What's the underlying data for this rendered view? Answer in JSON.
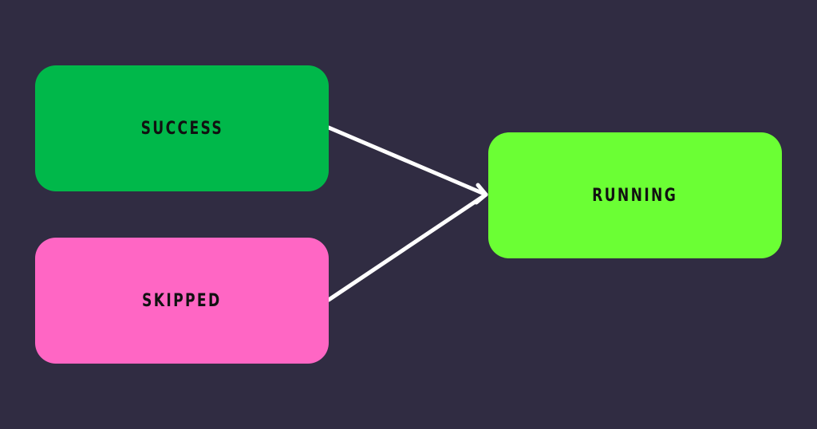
{
  "diagram": {
    "background": "#302c42",
    "nodes": [
      {
        "id": "success",
        "label": "SUCCESS",
        "color": "#00b84a"
      },
      {
        "id": "skipped",
        "label": "SKIPPED",
        "color": "#ff66c4"
      },
      {
        "id": "running",
        "label": "RUNNING",
        "color": "#6bff34"
      }
    ],
    "edges": [
      {
        "from": "success",
        "to": "running",
        "color": "#ffffff"
      },
      {
        "from": "skipped",
        "to": "running",
        "color": "#ffffff"
      }
    ]
  }
}
